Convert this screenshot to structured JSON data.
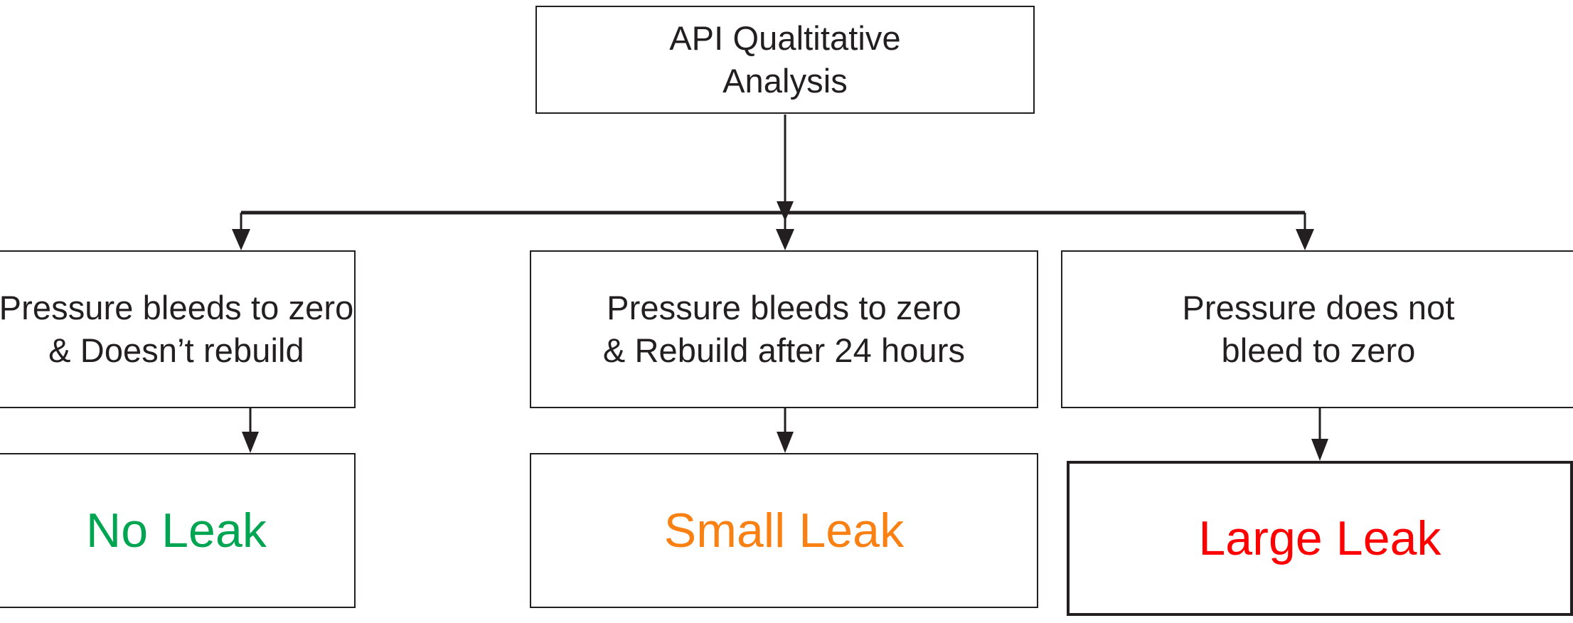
{
  "diagram": {
    "title_node": {
      "label": "API Qualtitative\nAnalysis"
    },
    "conditions": [
      {
        "label": "Pressure bleeds to zero\n& Doesn’t rebuild"
      },
      {
        "label": "Pressure bleeds to zero\n& Rebuild after 24 hours"
      },
      {
        "label": "Pressure does not\nbleed to zero"
      }
    ],
    "results": [
      {
        "label": "No Leak",
        "color": "#00a551"
      },
      {
        "label": "Small Leak",
        "color": "#f98012"
      },
      {
        "label": "Large Leak",
        "color": "#ff0000"
      }
    ],
    "colors": {
      "background": "#ffffff",
      "stroke": "#231f20",
      "text": "#231f20",
      "no_leak": "#00a551",
      "small_leak": "#f98012",
      "large_leak": "#ff0000"
    },
    "connectors": {
      "root_to_bus": "vertical-arrow",
      "bus": "horizontal-split",
      "bus_to_conditions": "three-down-arrows",
      "conditions_to_results": "three-down-arrows"
    }
  }
}
